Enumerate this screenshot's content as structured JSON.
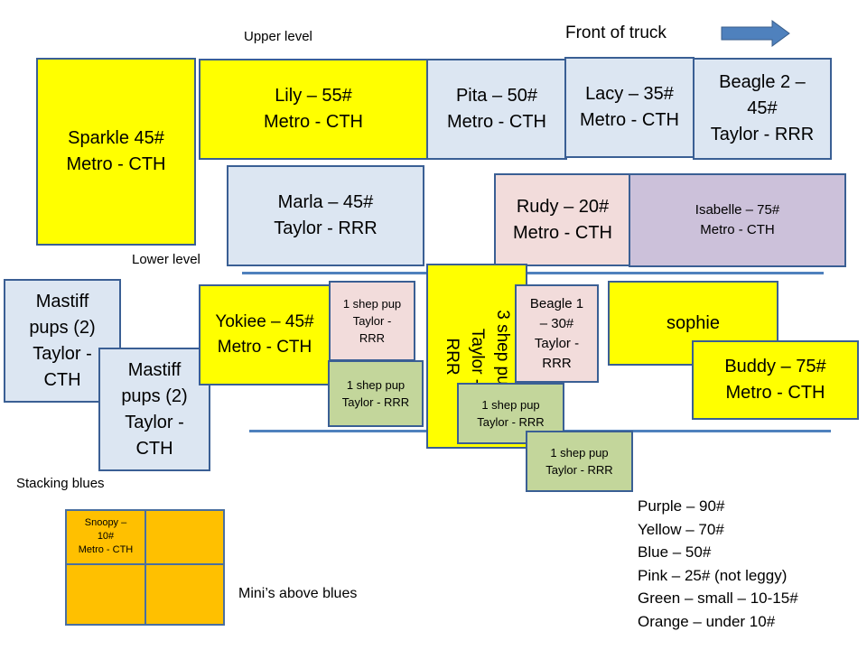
{
  "labels": {
    "upper_level": "Upper level",
    "front_of_truck": "Front of truck",
    "lower_level": "Lower level",
    "stacking_blues": "Stacking blues",
    "minis_above_blues": "Mini’s above blues"
  },
  "crates": {
    "sparkle": "Sparkle 45#\nMetro - CTH",
    "lily": "Lily – 55#\nMetro - CTH",
    "pita": "Pita – 50#\nMetro - CTH",
    "lacy": "Lacy – 35#\nMetro - CTH",
    "beagle2": "Beagle 2 –\n45#\nTaylor - RRR",
    "marla": "Marla – 45#\nTaylor - RRR",
    "rudy": "Rudy – 20#\nMetro - CTH",
    "isabelle": "Isabelle – 75#\nMetro - CTH",
    "mastiff1": "Mastiff\npups (2)\nTaylor -\nCTH",
    "mastiff2": "Mastiff\npups (2)\nTaylor -\nCTH",
    "yokiee": "Yokiee – 45#\nMetro - CTH",
    "shep_pink": "1 shep pup\nTaylor -\nRRR",
    "shep_green1": "1 shep pup\nTaylor - RRR",
    "three_shep": "3 shep pups\nTaylor - RRR",
    "beagle1": "Beagle 1\n– 30#\nTaylor -\nRRR",
    "shep_green2": "1 shep pup\nTaylor - RRR",
    "shep_green3": "1 shep pup\nTaylor - RRR",
    "sophie": "sophie",
    "buddy": "Buddy – 75#\nMetro - CTH",
    "snoopy": "Snoopy –\n10#\nMetro - CTH"
  },
  "legend": [
    "Purple – 90#",
    "Yellow – 70#",
    "Blue – 50#",
    "Pink – 25# (not leggy)",
    "Green – small – 10-15#",
    "Orange – under 10#"
  ],
  "colors": {
    "yellow": "#ffff00",
    "blue": "#dce6f2",
    "pink": "#f2dcdb",
    "green": "#c3d69b",
    "purple": "#ccc1da",
    "orange": "#ffc000",
    "arrow": "#4f81bd"
  }
}
